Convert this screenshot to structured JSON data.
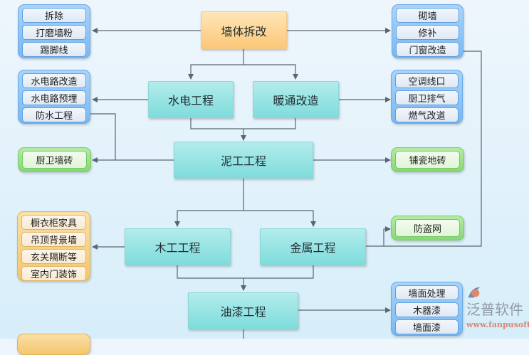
{
  "main_nodes": {
    "wall_demolition": "墙体拆改",
    "plumbing_electrical": "水电工程",
    "hvac": "暖通改造",
    "masonry": "泥工工程",
    "carpentry": "木工工程",
    "metalwork": "金属工程",
    "painting": "油漆工程"
  },
  "groups": {
    "demolition_left": [
      "拆除",
      "打磨墙粉",
      "踢脚线"
    ],
    "demolition_right": [
      "砌墙",
      "修补",
      "门窗改造"
    ],
    "plumbing_left": [
      "水电路改造",
      "水电路预埋",
      "防水工程"
    ],
    "hvac_right": [
      "空调线口",
      "厨卫排气",
      "燃气改道"
    ],
    "masonry_left": [
      "厨卫墙砖"
    ],
    "masonry_right": [
      "铺瓷地砖"
    ],
    "carpentry_left": [
      "橱衣柜家具",
      "吊顶背景墙",
      "玄关隔断等",
      "室内门装饰"
    ],
    "metal_right": [
      "防盗网"
    ],
    "painting_right": [
      "墙面处理",
      "木器漆",
      "墙面漆"
    ]
  },
  "colors": {
    "main_teal": "#7fdcdc",
    "main_orange": "#fcc778",
    "group_blue": "#7ab8f2",
    "group_green": "#86d874",
    "group_amber": "#f2c66e",
    "connector": "#5a6670"
  },
  "watermark": {
    "brand": "泛普软件",
    "url": "www.fanpusoft.com"
  }
}
